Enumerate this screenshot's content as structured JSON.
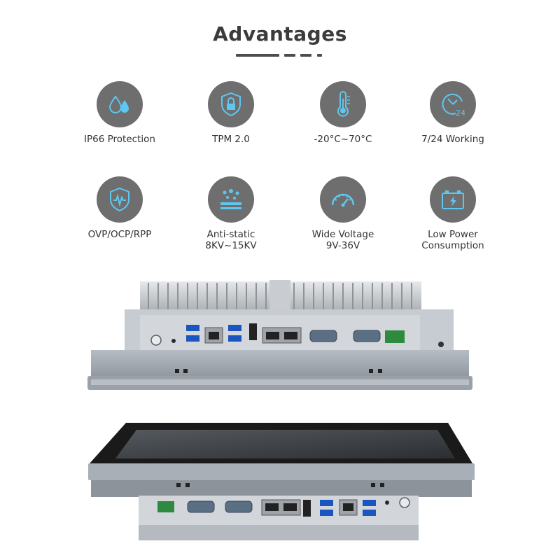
{
  "heading": {
    "title": "Advantages"
  },
  "features": [
    {
      "icon": "water-drops-icon",
      "label1": "IP66 Protection",
      "label2": ""
    },
    {
      "icon": "shield-lock-icon",
      "label1": "TPM 2.0",
      "label2": ""
    },
    {
      "icon": "thermometer-icon",
      "label1": "-20°C~70°C",
      "label2": ""
    },
    {
      "icon": "clock-24-icon",
      "label1": "7/24 Working",
      "label2": ""
    },
    {
      "icon": "shield-wave-icon",
      "label1": "OVP/OCP/RPP",
      "label2": ""
    },
    {
      "icon": "static-dots-icon",
      "label1": "Anti-static",
      "label2": "8KV~15KV"
    },
    {
      "icon": "gauge-icon",
      "label1": "Wide Voltage",
      "label2": "9V-36V"
    },
    {
      "icon": "battery-icon",
      "label1": "Low Power",
      "label2": "Consumption"
    }
  ],
  "colors": {
    "icon_bg": "#6e6e6e",
    "icon_accent": "#5ec7f0",
    "title": "#3b3b3b"
  }
}
